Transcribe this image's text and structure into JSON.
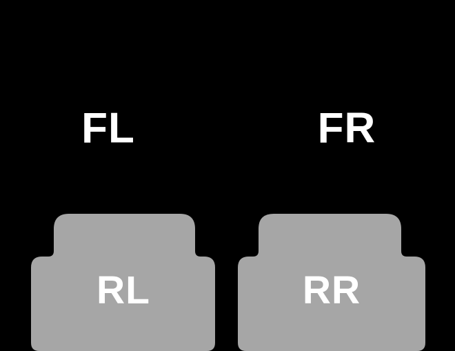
{
  "labels": {
    "front_left": "FL",
    "front_right": "FR",
    "rear_left": "RL",
    "rear_right": "RR"
  },
  "colors": {
    "background": "#000000",
    "mat_fill": "#a6a6a6",
    "label_text": "#ffffff"
  }
}
